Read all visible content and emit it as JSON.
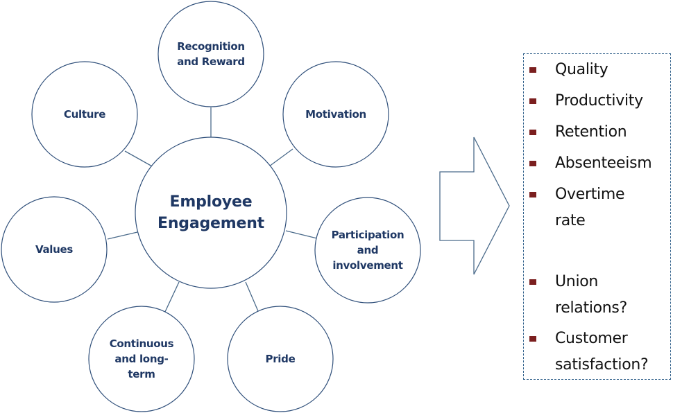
{
  "center": {
    "label_line1": "Employee",
    "label_line2": "Engagement"
  },
  "factors": {
    "recognition": {
      "line1": "Recognition",
      "line2": "and Reward"
    },
    "culture": {
      "line1": "Culture"
    },
    "motivation": {
      "line1": "Motivation"
    },
    "values": {
      "line1": "Values"
    },
    "participation": {
      "line1": "Participation",
      "line2": "and",
      "line3": "involvement"
    },
    "continuous": {
      "line1": "Continuous",
      "line2": "and long-",
      "line3": "term"
    },
    "pride": {
      "line1": "Pride"
    }
  },
  "outcomes": {
    "quality": "Quality",
    "productivity": "Productivity",
    "retention": "Retention",
    "absenteeism": "Absenteeism",
    "overtime_line1": "Overtime",
    "overtime_line2": "rate",
    "union_line1": "Union",
    "union_line2": "relations?",
    "customer_line1": "Customer",
    "customer_line2": "satisfaction?"
  },
  "colors": {
    "text": "#1f3864",
    "circle_stroke": "#2f4f7a",
    "bullet": "#7b1f1f",
    "box_border": "#2f5f8a"
  }
}
